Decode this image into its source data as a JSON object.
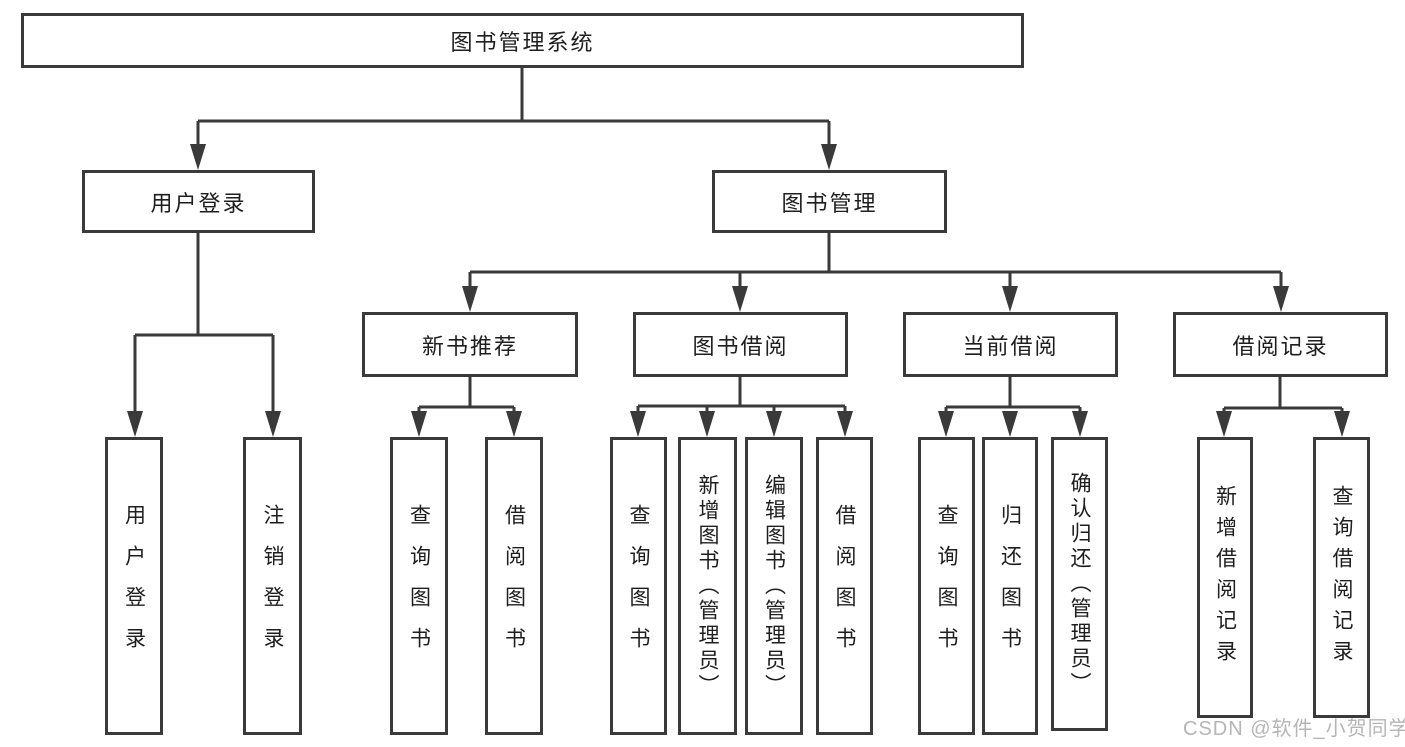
{
  "diagram": {
    "title": "图书管理系统",
    "watermark": "CSDN @软件_小贺同学",
    "colors": {
      "border": "#3a3a3a",
      "line": "#3a3a3a",
      "text": "#1e1e1e",
      "watermark_text": "#b5b5b5",
      "background": "#ffffff"
    },
    "nodes": {
      "root": {
        "label": "图书管理系统"
      },
      "level2": [
        {
          "label": "用户登录"
        },
        {
          "label": "图书管理"
        }
      ],
      "level3": [
        {
          "label": "新书推荐",
          "parent": "图书管理"
        },
        {
          "label": "图书借阅",
          "parent": "图书管理"
        },
        {
          "label": "当前借阅",
          "parent": "图书管理"
        },
        {
          "label": "借阅记录",
          "parent": "图书管理"
        }
      ],
      "leaves": [
        {
          "label": "用户登录",
          "parent": "用户登录"
        },
        {
          "label": "注销登录",
          "parent": "用户登录"
        },
        {
          "label": "查询图书",
          "parent": "新书推荐"
        },
        {
          "label": "借阅图书",
          "parent": "新书推荐"
        },
        {
          "label": "查询图书",
          "parent": "图书借阅"
        },
        {
          "label": "新增图书（管理员）",
          "parent": "图书借阅"
        },
        {
          "label": "编辑图书（管理员）",
          "parent": "图书借阅"
        },
        {
          "label": "借阅图书",
          "parent": "图书借阅"
        },
        {
          "label": "查询图书",
          "parent": "当前借阅"
        },
        {
          "label": "归还图书",
          "parent": "当前借阅"
        },
        {
          "label": "确认归还（管理员）",
          "parent": "当前借阅"
        },
        {
          "label": "新增借阅记录",
          "parent": "借阅记录"
        },
        {
          "label": "查询借阅记录",
          "parent": "借阅记录"
        }
      ]
    }
  }
}
